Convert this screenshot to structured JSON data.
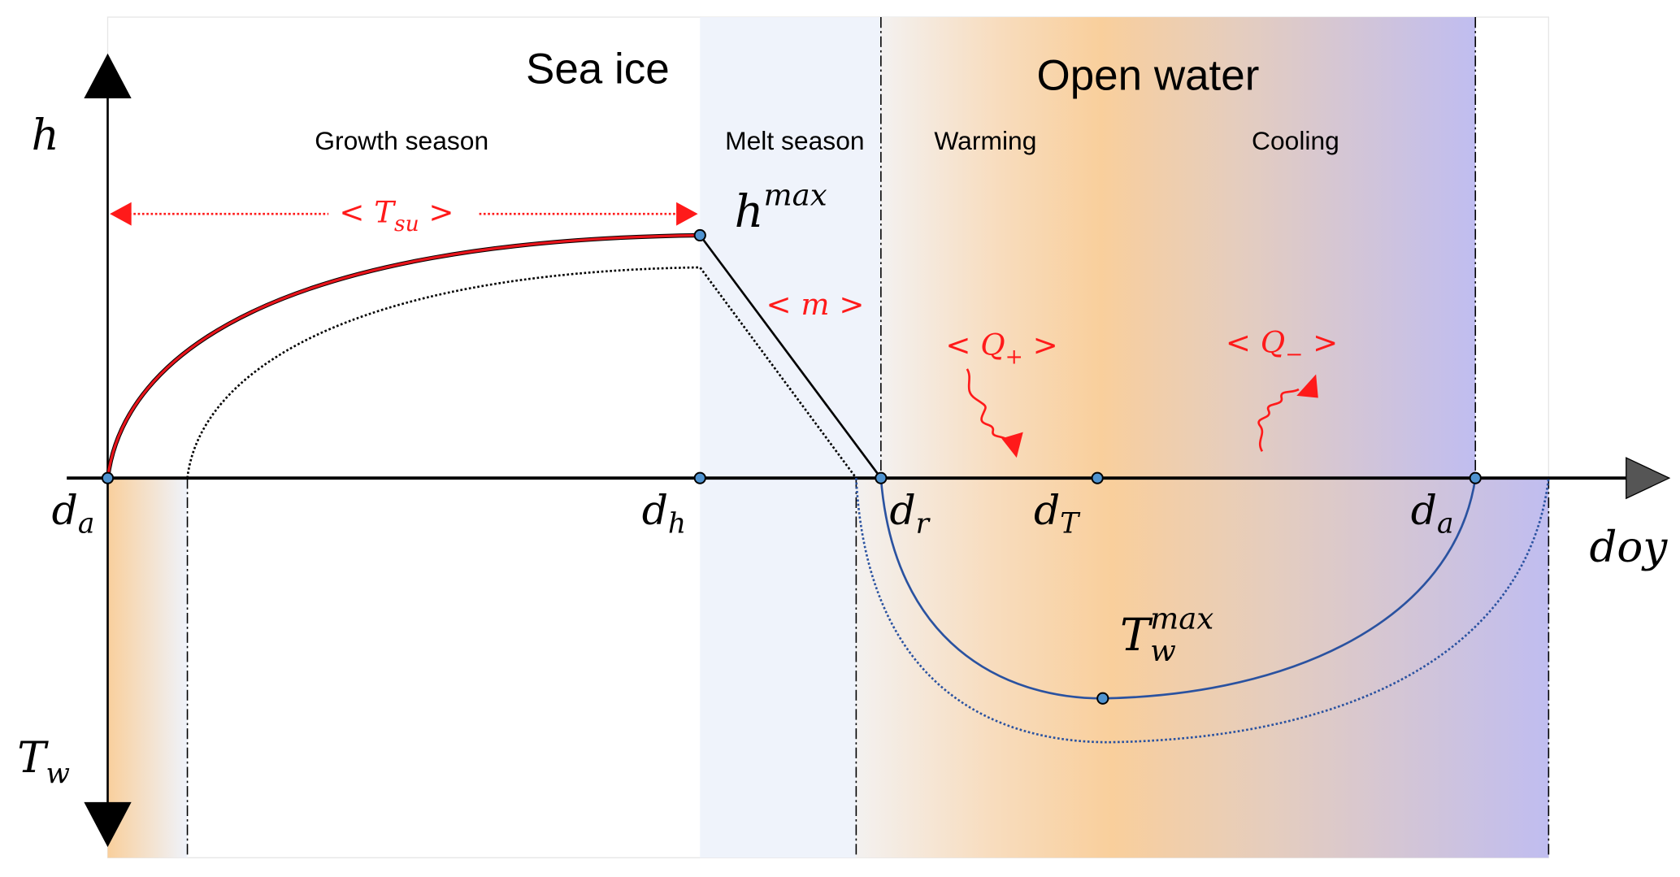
{
  "regimes": {
    "sea_ice": "Sea ice",
    "open_water": "Open water"
  },
  "seasons": {
    "growth": "Growth season",
    "melt": "Melt season",
    "warming": "Warming",
    "cooling": "Cooling"
  },
  "axes": {
    "y_up": "h",
    "y_down_base": "T",
    "y_down_sub": "w",
    "x": "doy"
  },
  "points": {
    "da1_base": "d",
    "da1_sub": "a",
    "dh_base": "d",
    "dh_sub": "h",
    "dr_base": "d",
    "dr_sub": "r",
    "dT_base": "d",
    "dT_sub": "T",
    "da2_base": "d",
    "da2_sub": "a"
  },
  "annotations": {
    "hmax_base": "h",
    "hmax_sup": "max",
    "twmax_base": "T",
    "twmax_sub": "w",
    "twmax_sup": "max",
    "tsu_open": "< T",
    "tsu_sub": "su",
    "tsu_close": " >",
    "m": "< m >",
    "qplus_open": "< Q",
    "qplus_sub": "+",
    "qplus_close": " >",
    "qminus_open": "< Q",
    "qminus_sub": "−",
    "qminus_close": " >"
  },
  "colors": {
    "ice_curve": "#e8141b",
    "water_curve": "#2a52a0",
    "annotation": "#ff1a1a",
    "melt_bg": "#eff3fb",
    "warm": "#f9d09e",
    "cool": "#bfbdf0"
  }
}
